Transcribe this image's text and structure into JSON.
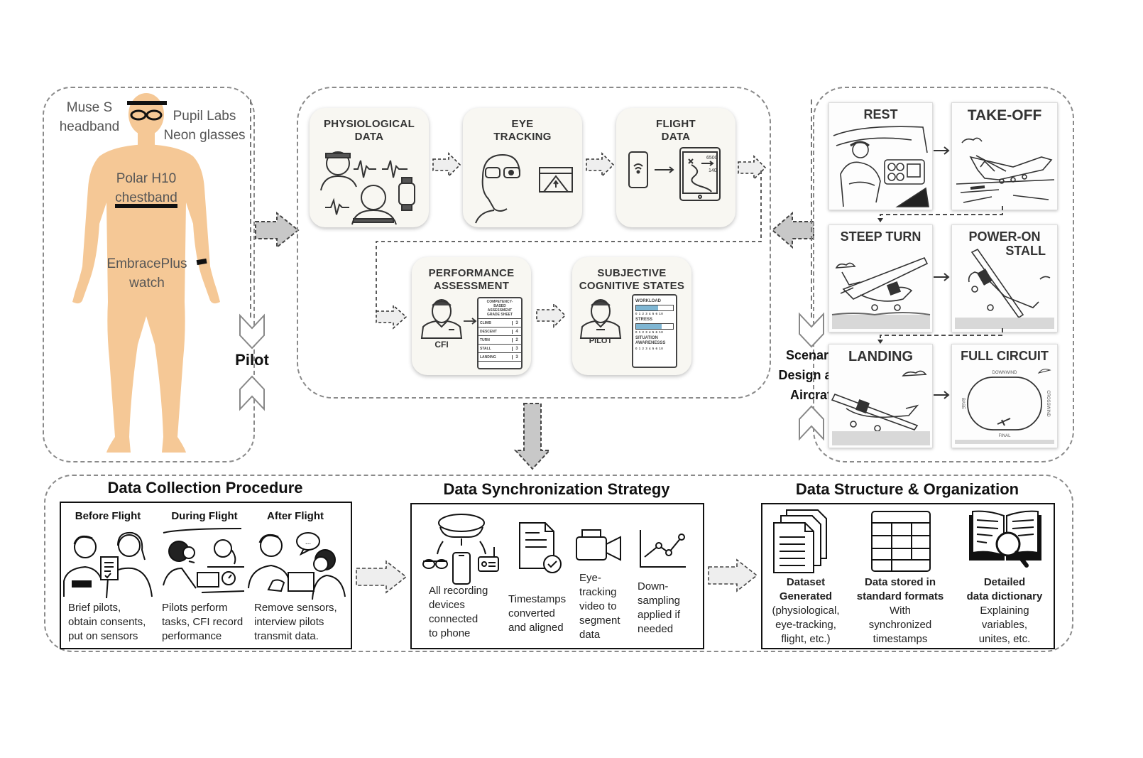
{
  "pilot": {
    "label": "Pilot",
    "sensors": {
      "headband": "Muse S headband",
      "headband_line1": "Muse S",
      "headband_line2": "headband",
      "glasses_line1": "Pupil Labs",
      "glasses_line2": "Neon glasses",
      "chest_line1": "Polar H10",
      "chest_line2": "chestband",
      "watch_line1": "EmbracePlus",
      "watch_line2": "watch"
    }
  },
  "data_streams": {
    "cards": [
      {
        "title_line1": "PHYSIOLOGICAL",
        "title_line2": "DATA"
      },
      {
        "title_line1": "EYE",
        "title_line2": "TRACKING"
      },
      {
        "title_line1": "FLIGHT",
        "title_line2": "DATA",
        "readout_top": "6500",
        "readout_bottom": "140"
      },
      {
        "title_line1": "PERFORMANCE",
        "title_line2": "ASSESSMENT",
        "role": "CFI"
      },
      {
        "title_line1": "SUBJECTIVE",
        "title_line2": "COGNITIVE STATES",
        "role": "PILOT"
      }
    ],
    "grade_sheet": {
      "header": [
        "COMPETENCY-",
        "BASED",
        "ASSESSMENT",
        "GRADE SHEET"
      ],
      "rows": [
        {
          "item": "CLIMB",
          "grade": "3"
        },
        {
          "item": "DESCENT",
          "grade": "4"
        },
        {
          "item": "TURN",
          "grade": "2"
        },
        {
          "item": "STALL",
          "grade": "3"
        },
        {
          "item": "LANDING",
          "grade": "3"
        }
      ]
    },
    "cognitive_scales": {
      "scale": "0 1 2 3 4 5 6 10",
      "items": [
        {
          "label": "WORKLOAD",
          "fill": 0.6
        },
        {
          "label": "STRESS",
          "fill": 0.7
        },
        {
          "label_line1": "SITUATION",
          "label_line2": "AWARENESSS",
          "fill": 0
        }
      ]
    }
  },
  "scenario": {
    "label_line1": "Scenario",
    "label_line2": "Design and",
    "label_line3": "Aircraft",
    "maneuvers": [
      {
        "title": "REST"
      },
      {
        "title": "TAKE-OFF"
      },
      {
        "title": "STEEP TURN"
      },
      {
        "title_line1": "POWER-ON",
        "title_line2": "STALL"
      },
      {
        "title": "LANDING"
      },
      {
        "title": "FULL CIRCUIT",
        "legs": {
          "top": "DOWNWIND",
          "left": "BASE",
          "right": "CROSSWIND",
          "bottom": "FINAL"
        }
      }
    ]
  },
  "procedure": {
    "title": "Data Collection Procedure",
    "phases": [
      {
        "heading": "Before Flight",
        "lines": [
          "Brief pilots,",
          "obtain consents,",
          "put on sensors"
        ]
      },
      {
        "heading": "During Flight",
        "lines": [
          "Pilots perform",
          "tasks, CFI record",
          "performance"
        ]
      },
      {
        "heading": "After Flight",
        "lines": [
          "Remove sensors,",
          "interview pilots",
          "transmit data."
        ]
      }
    ]
  },
  "sync": {
    "title": "Data Synchronization Strategy",
    "steps": [
      {
        "lines": [
          "All recording",
          "devices",
          "connected",
          "to phone"
        ]
      },
      {
        "lines": [
          "Timestamps",
          "converted",
          "and aligned"
        ]
      },
      {
        "lines": [
          "Eye-",
          "tracking",
          "video to",
          "segment",
          "data"
        ]
      },
      {
        "lines": [
          "Down-",
          "sampling",
          "applied if",
          "needed"
        ]
      }
    ]
  },
  "structure": {
    "title": "Data Structure & Organization",
    "items": [
      {
        "heading_line1": "Dataset",
        "heading_line2": "Generated",
        "lines": [
          "(physiological,",
          "eye-tracking,",
          "flight, etc.)"
        ]
      },
      {
        "heading_line1": "Data stored in",
        "heading_line2": "standard formats",
        "lines": [
          "With",
          "synchronized",
          "timestamps"
        ]
      },
      {
        "heading_line1": "Detailed",
        "heading_line2": "data dictionary",
        "lines": [
          "Explaining",
          "variables,",
          "unites, etc."
        ]
      }
    ]
  },
  "colors": {
    "skin": "#f5c896",
    "dash": "#8a8a8a",
    "arrow_fill": "#c8c8c8",
    "scale_fill": "#7fb6d3"
  }
}
